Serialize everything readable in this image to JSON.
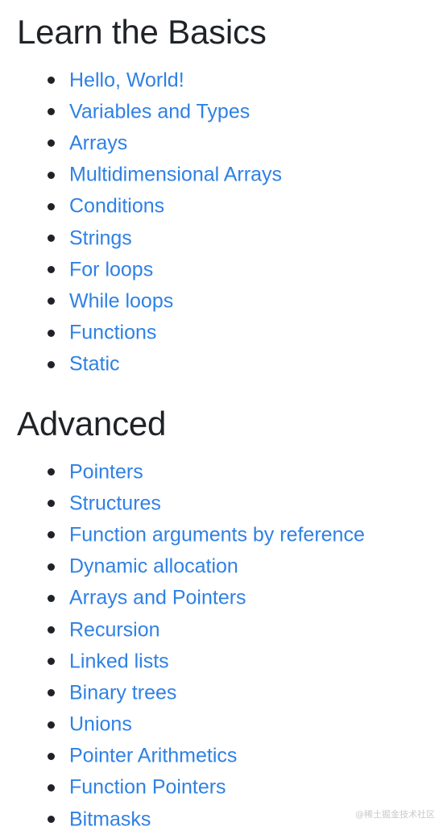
{
  "basics": {
    "heading": "Learn the Basics",
    "items": [
      "Hello, World!",
      "Variables and Types",
      "Arrays",
      "Multidimensional Arrays",
      "Conditions",
      "Strings",
      "For loops",
      "While loops",
      "Functions",
      "Static"
    ]
  },
  "advanced": {
    "heading": "Advanced",
    "items": [
      "Pointers",
      "Structures",
      "Function arguments by reference",
      "Dynamic allocation",
      "Arrays and Pointers",
      "Recursion",
      "Linked lists",
      "Binary trees",
      "Unions",
      "Pointer Arithmetics",
      "Function Pointers",
      "Bitmasks"
    ]
  },
  "watermark": "@稀土掘金技术社区",
  "colors": {
    "link": "#2f81e4",
    "text": "#1f2328",
    "background": "#ffffff"
  }
}
